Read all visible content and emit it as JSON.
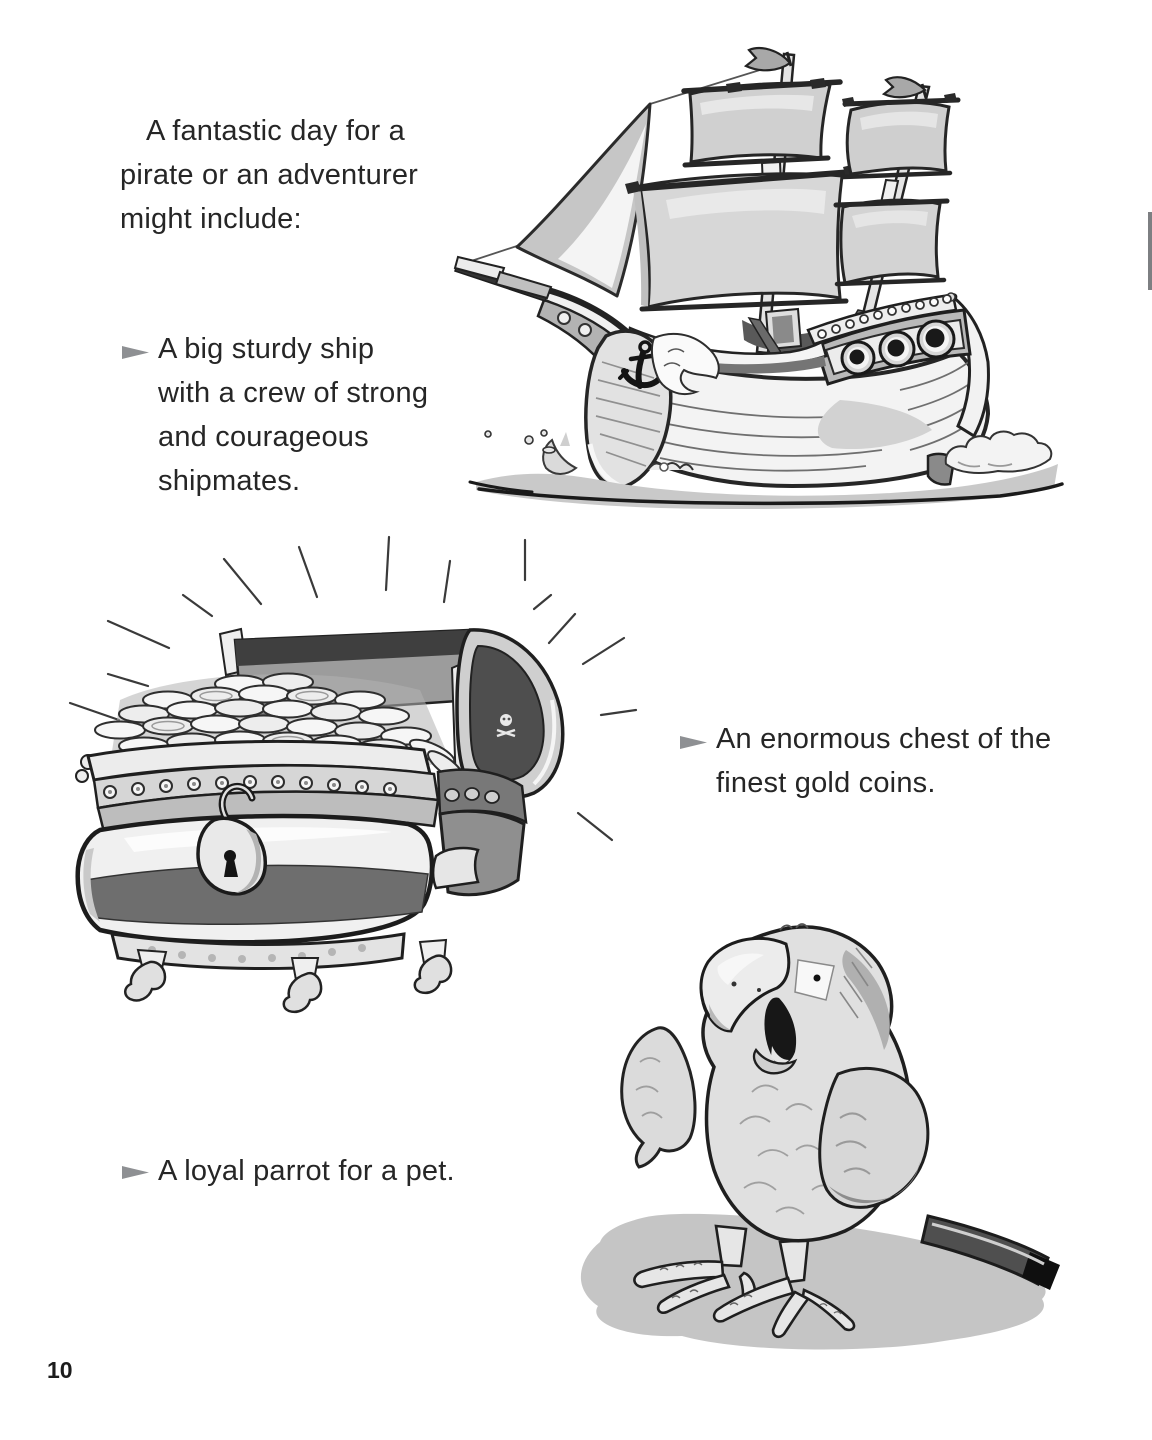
{
  "page_number": "10",
  "colors": {
    "text": "#262626",
    "bullet_arrow": "#8e9093",
    "edge_tab": "#7d7f82",
    "illustration_ink": "#262626"
  },
  "intro": {
    "lines": [
      "A fantastic day for a",
      "pirate or an adventurer",
      "might include:"
    ]
  },
  "bullets": [
    {
      "lines": [
        "A big sturdy ship",
        "with a crew of strong",
        "and courageous",
        "shipmates."
      ]
    },
    {
      "lines": [
        "An enormous chest of the",
        "finest gold coins."
      ]
    },
    {
      "lines": [
        "A loyal parrot for a pet."
      ]
    }
  ],
  "illustrations": {
    "ship": {
      "alt": "Cartoon pirate sailing ship with two masts, square sails, pennant flags, a large jib sail, anchor emblem on the bow and splashing waves"
    },
    "chest": {
      "alt": "Ornate open treasure chest overflowing with stacked gold coins, a padlock on the front, skull and crossbones inside the lid, and shine rays radiating outward"
    },
    "parrot": {
      "alt": "Chubby cartoon parrot with a hooked open beak, white eye patch, fluffy wings, long dark tail and scaly feet, standing on a soft shadow"
    }
  }
}
